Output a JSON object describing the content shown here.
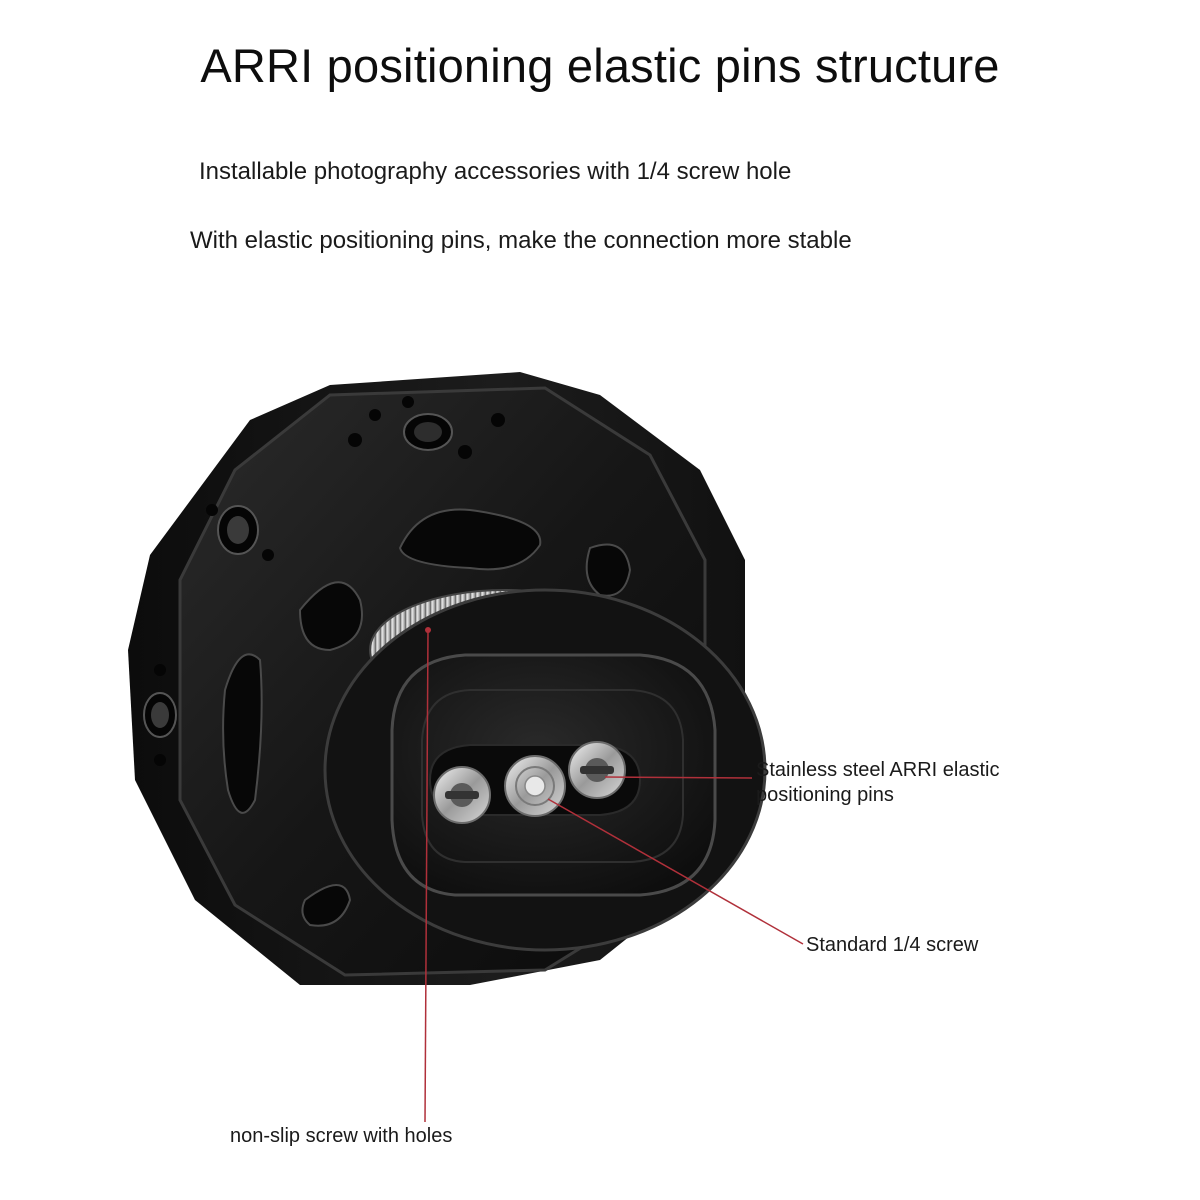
{
  "header": {
    "title": "ARRI positioning elastic pins structure",
    "features": [
      "Installable photography accessories with 1/4 screw hole",
      "With elastic positioning pins, make the connection more stable"
    ]
  },
  "callouts": {
    "pins": [
      "Stainless steel ARRI elastic",
      "positioning pins"
    ],
    "standard_screw": "Standard 1/4 screw",
    "non_slip_screw": "non-slip screw with holes"
  },
  "colors": {
    "background": "#ffffff",
    "product_body": "#141414",
    "leader_line": "#b0303a"
  }
}
